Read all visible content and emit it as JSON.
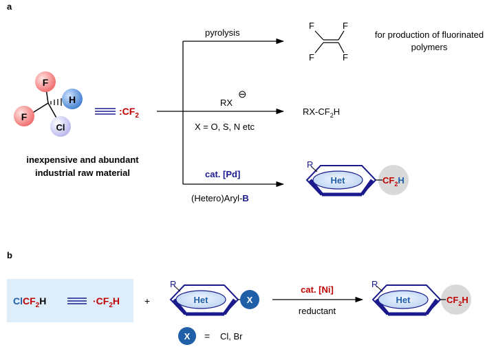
{
  "panel_a": {
    "label": "a",
    "molecule_atoms": {
      "f_top": "F",
      "h": "H",
      "f_left": "F",
      "cl": "Cl"
    },
    "equiv_right": ":CF",
    "equiv_right_sub": "2",
    "caption_line1": "inexpensive and abundant",
    "caption_line2": "industrial raw material",
    "route1": {
      "arrow_label": "pyrolysis",
      "product_atoms": [
        "F",
        "F",
        "F",
        "F"
      ],
      "product_note_line1": "for production of fluorinated",
      "product_note_line2": "polymers"
    },
    "route2": {
      "reagent": "RX",
      "charge": "⊖",
      "condition": "X = O, S, N etc",
      "product": "RX-CF",
      "product_sub": "2",
      "product_end": "H"
    },
    "route3": {
      "catalyst": "cat. [Pd]",
      "reagent_prefix": "(Hetero)Aryl-",
      "reagent_suffix": "B",
      "product_r": "R",
      "product_ring": "Het",
      "product_group": "CF",
      "product_group_sub": "2",
      "product_group_end": "H"
    }
  },
  "panel_b": {
    "label": "b",
    "reagent_left_cl": "Cl",
    "reagent_left_cf": "CF",
    "reagent_left_sub": "2",
    "reagent_left_h": "H",
    "reagent_radical": "·CF",
    "reagent_radical_sub": "2",
    "reagent_radical_h": "H",
    "plus": "+",
    "substrate_r": "R",
    "substrate_ring": "Het",
    "substrate_x": "X",
    "catalyst": "cat. [Ni]",
    "condition": "reductant",
    "product_r": "R",
    "product_ring": "Het",
    "product_group": "CF",
    "product_group_sub": "2",
    "product_group_end": "H",
    "legend_x": "X",
    "legend_eq": "=",
    "legend_values": "Cl, Br"
  },
  "colors": {
    "red": "#c00000",
    "navy": "#1a1a8c",
    "blue_label": "#1f5fa8",
    "box_bg": "#ddeefa",
    "gray_circle": "#d9d9d9"
  }
}
